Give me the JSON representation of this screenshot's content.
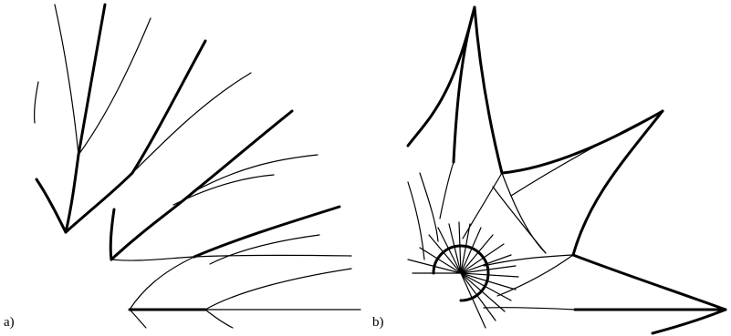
{
  "figure": {
    "panels": [
      {
        "id": "a",
        "label": "a)"
      },
      {
        "id": "b",
        "label": "b)"
      }
    ],
    "colors": {
      "stroke": "#000000",
      "background": "#ffffff"
    }
  }
}
